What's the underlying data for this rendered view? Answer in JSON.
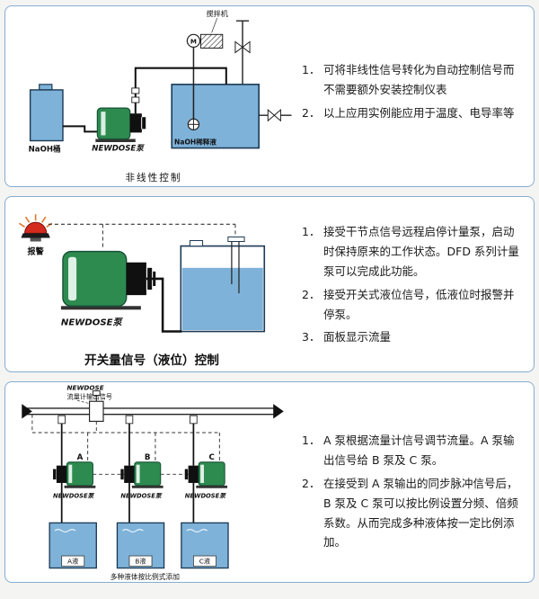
{
  "colors": {
    "panel_border": "#86ADD2",
    "tank_blue": "#7EB2D8",
    "pump_green": "#2E8B50",
    "alarm_red": "#D42B1E"
  },
  "panel1": {
    "caption": "非线性控制",
    "labels": {
      "mixer": "搅拌机",
      "motor": "M",
      "naoh_tank": "NaOH桶",
      "pump": "NEWDOSE泵",
      "dilute_tank": "NaOH稀释液"
    },
    "notes": [
      {
        "num": "1．",
        "text": "可将非线性信号转化为自动控制信号而不需要额外安装控制仪表"
      },
      {
        "num": "2．",
        "text": "以上应用实例能应用于温度、电导率等"
      }
    ]
  },
  "panel2": {
    "caption": "开关量信号（液位）控制",
    "labels": {
      "alarm": "报警",
      "pump": "NEWDOSE泵"
    },
    "notes": [
      {
        "num": "1．",
        "text": "接受干节点信号远程启停计量泵，启动时保持原来的工作状态。DFD 系列计量泵可以完成此功能。"
      },
      {
        "num": "2．",
        "text": "接受开关式液位信号，低液位时报警并停泵。"
      },
      {
        "num": "3．",
        "text": "面板显示流量"
      }
    ]
  },
  "panel3": {
    "caption": "多种液体按比例式添加",
    "labels": {
      "brand": "NEWDOSE",
      "flowmeter_signal": "流量计输出信号",
      "pump": "NEWDOSE泵",
      "pump_a": "A",
      "pump_b": "B",
      "pump_c": "C",
      "tank_a": "A液",
      "tank_b": "B液",
      "tank_c": "C液"
    },
    "notes": [
      {
        "num": "1．",
        "text": "A 泵根据流量计信号调节流量。A 泵输出信号给 B 泵及 C 泵。"
      },
      {
        "num": "2．",
        "text": "在接受到 A 泵输出的同步脉冲信号后，B 泵及 C 泵可以按比例设置分频、倍频系数。从而完成多种液体按一定比例添加。"
      }
    ]
  }
}
